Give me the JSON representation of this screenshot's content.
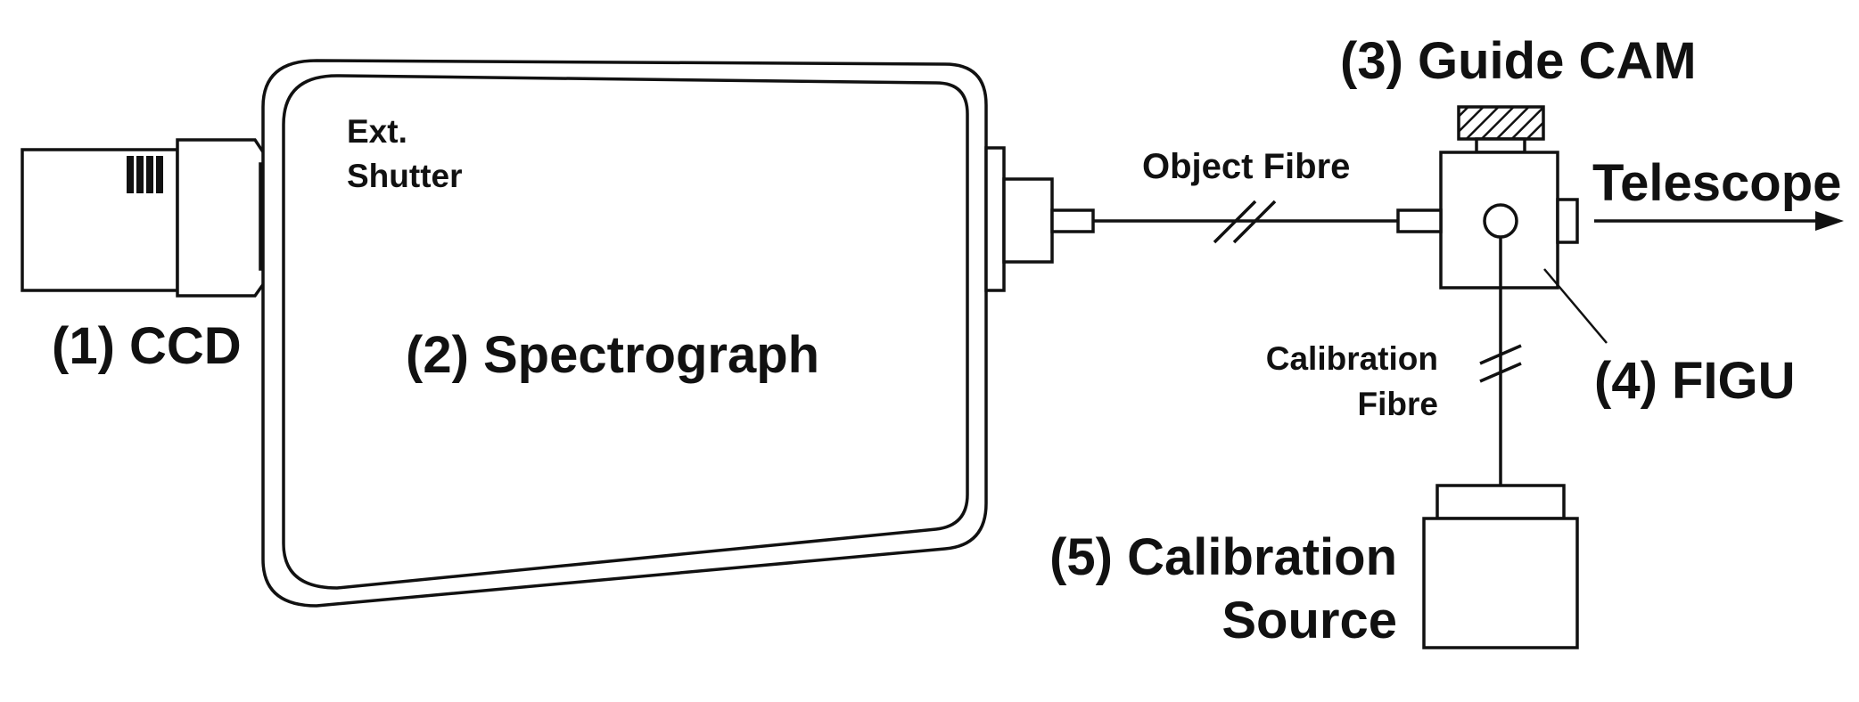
{
  "components": {
    "ccd": {
      "label": "(1) CCD"
    },
    "spectrograph": {
      "label": "(2) Spectrograph"
    },
    "guide_cam": {
      "label": "(3) Guide CAM"
    },
    "figu": {
      "label": "(4) FIGU"
    },
    "calibration_source": {
      "label_line1": "(5) Calibration",
      "label_line2": "Source"
    },
    "ext_shutter": {
      "label_line1": "Ext.",
      "label_line2": "Shutter"
    }
  },
  "connections": {
    "object_fibre": {
      "label": "Object Fibre"
    },
    "calibration_fibre": {
      "label_line1": "Calibration",
      "label_line2": "Fibre"
    },
    "telescope": {
      "label": "Telescope"
    }
  }
}
